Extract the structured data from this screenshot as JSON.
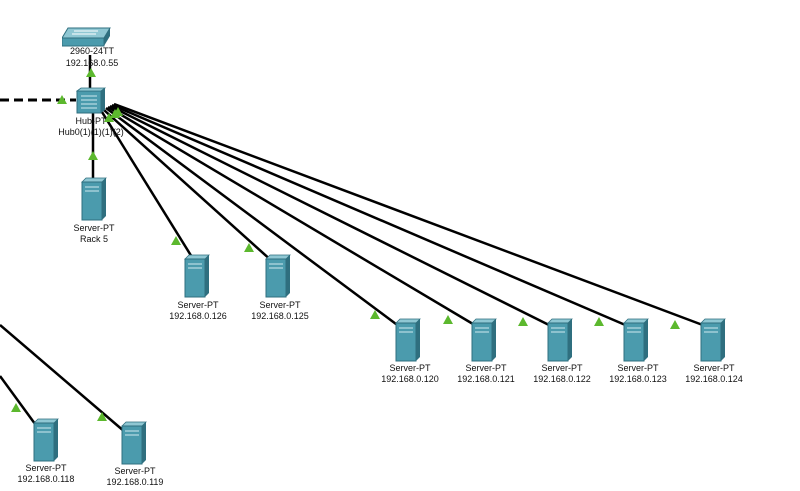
{
  "colors": {
    "link": "#000000",
    "link_up": "#5cb82e",
    "device_teal": "#4b9bad",
    "device_dark": "#2f6f7f",
    "device_light": "#8fc7d3"
  },
  "devices": {
    "switch": {
      "name": "2960-24TT",
      "ip": "192.168.0.55",
      "icon": "switch-icon"
    },
    "hub": {
      "name": "Hub-PT",
      "subname": "Hub0(1)(1)(1)(2)",
      "icon": "hub-icon"
    },
    "rack": {
      "name": "Server-PT",
      "ip": "Rack 5",
      "icon": "server-icon"
    },
    "s126": {
      "name": "Server-PT",
      "ip": "192.168.0.126",
      "icon": "server-icon"
    },
    "s125": {
      "name": "Server-PT",
      "ip": "192.168.0.125",
      "icon": "server-icon"
    },
    "s120": {
      "name": "Server-PT",
      "ip": "192.168.0.120",
      "icon": "server-icon"
    },
    "s121": {
      "name": "Server-PT",
      "ip": "192.168.0.121",
      "icon": "server-icon"
    },
    "s122": {
      "name": "Server-PT",
      "ip": "192.168.0.122",
      "icon": "server-icon"
    },
    "s123": {
      "name": "Server-PT",
      "ip": "192.168.0.123",
      "icon": "server-icon"
    },
    "s124": {
      "name": "Server-PT",
      "ip": "192.168.0.124",
      "icon": "server-icon"
    },
    "s118": {
      "name": "Server-PT",
      "ip": "192.168.0.118",
      "icon": "server-icon"
    },
    "s119": {
      "name": "Server-PT",
      "ip": "192.168.0.119",
      "icon": "server-icon"
    }
  }
}
